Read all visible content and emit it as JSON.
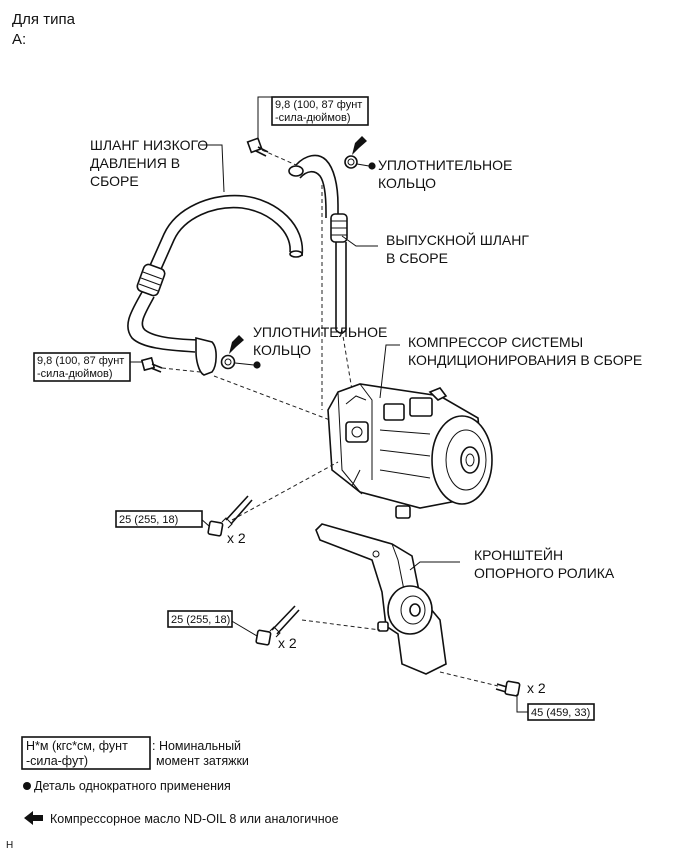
{
  "header": {
    "line1": "Для типа",
    "line2": "A:"
  },
  "labels": {
    "low_pressure_hose": [
      "ШЛАНГ НИЗКОГО",
      "ДАВЛЕНИЯ В",
      "СБОРЕ"
    ],
    "o_ring_upper": [
      "УПЛОТНИТЕЛЬНОЕ",
      "КОЛЬЦО"
    ],
    "discharge_hose": [
      "ВЫПУСКНОЙ ШЛАНГ",
      "В СБОРЕ"
    ],
    "o_ring_lower": [
      "УПЛОТНИТЕЛЬНОЕ",
      "КОЛЬЦО"
    ],
    "compressor": [
      "КОМПРЕССОР СИСТЕМЫ",
      "КОНДИЦИОНИРОВАНИЯ В СБОРЕ"
    ],
    "idler_bracket": [
      "КРОНШТЕЙН",
      "ОПОРНОГО РОЛИКА"
    ]
  },
  "torques": {
    "upper_bolt": [
      "9,8 (100, 87 фунт",
      "-сила-дюймов)"
    ],
    "left_bolt": [
      "9,8 (100, 87 фунт",
      "-сила-дюймов)"
    ],
    "compressor_bolt": "25 (255, 18)",
    "bracket_bolt": "25 (255, 18)",
    "lower_bolt": "45 (459, 33)"
  },
  "quantities": {
    "compressor_bolt": "x 2",
    "bracket_bolt": "x 2",
    "lower_bolt": "x 2"
  },
  "legend": {
    "torque_box": [
      "Н*м (кгс*см, фунт",
      "-сила-фут)"
    ],
    "torque_desc": [
      ": Номинальный",
      "момент затяжки"
    ],
    "non_reusable": "Деталь однократного применения",
    "oil": "Компрессорное масло ND-OIL 8 или аналогичное"
  },
  "footer_mark": "H"
}
